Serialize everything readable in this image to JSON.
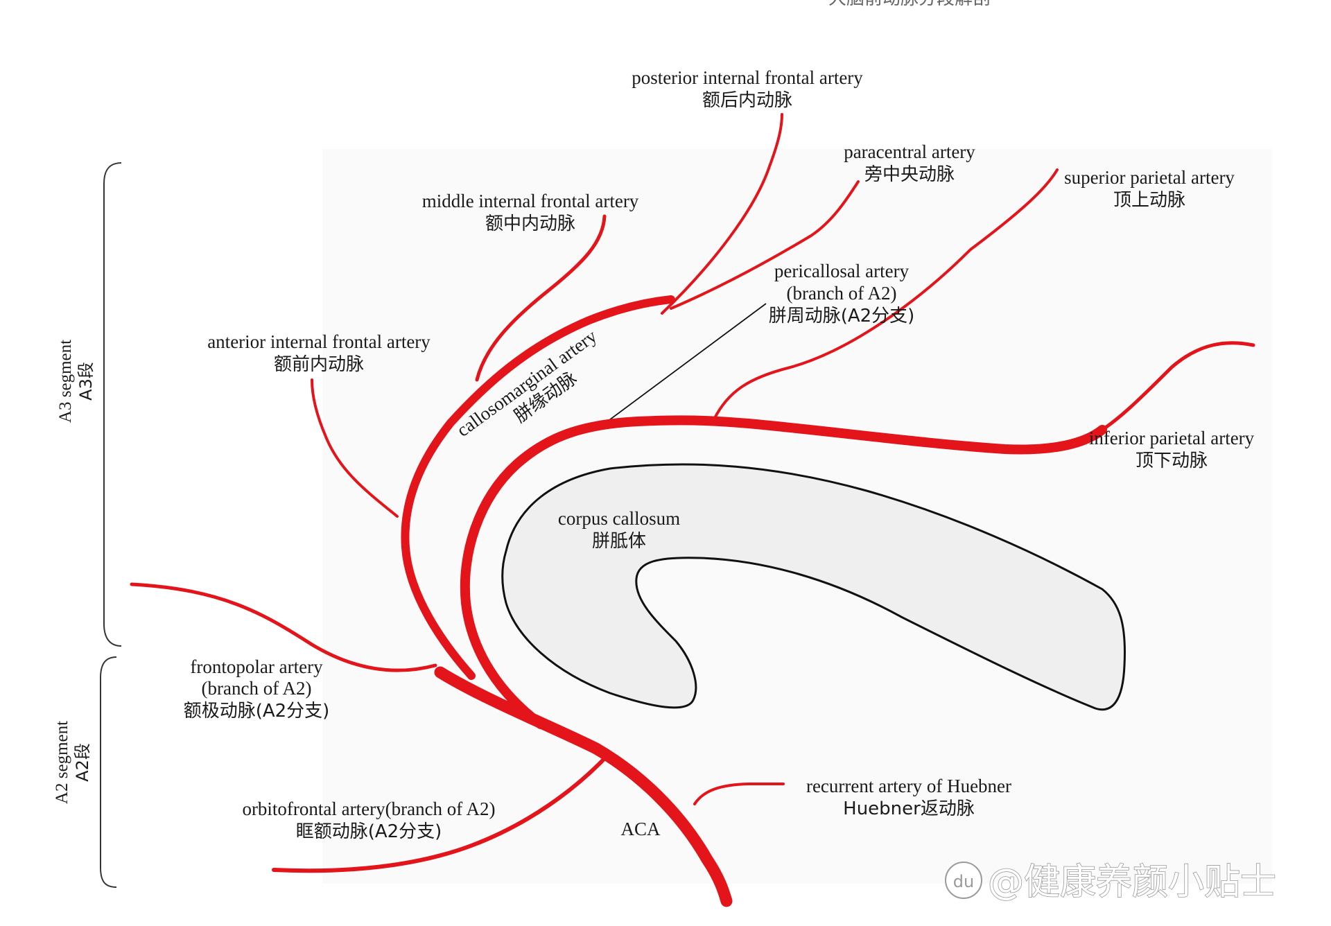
{
  "header_fragment": "大脑前动脉分段解剖",
  "segments": {
    "a3": {
      "en": "A3 segment",
      "zh": "A3段"
    },
    "a2": {
      "en": "A2 segment",
      "zh": "A2段"
    }
  },
  "labels": {
    "posterior_internal_frontal": {
      "en": "posterior internal frontal artery",
      "zh": "额后内动脉"
    },
    "paracentral": {
      "en": "paracentral artery",
      "zh": "旁中央动脉"
    },
    "superior_parietal": {
      "en": "superior parietal artery",
      "zh": "顶上动脉"
    },
    "middle_internal_frontal": {
      "en": "middle internal frontal artery",
      "zh": "额中内动脉"
    },
    "pericallosal": {
      "en": "pericallosal artery",
      "en2": "(branch of A2)",
      "zh": "胼周动脉(A2分支)"
    },
    "anterior_internal_frontal": {
      "en": "anterior internal frontal artery",
      "zh": "额前内动脉"
    },
    "callosomarginal": {
      "en": "callosomarginal artery",
      "zh": "胼缘动脉"
    },
    "inferior_parietal": {
      "en": "inferior parietal artery",
      "zh": "顶下动脉"
    },
    "corpus_callosum": {
      "en": "corpus callosum",
      "zh": "胼胝体"
    },
    "frontopolar": {
      "en": "frontopolar artery",
      "en2": "(branch of A2)",
      "zh": "额极动脉(A2分支)"
    },
    "orbitofrontal": {
      "en": "orbitofrontal artery(branch of A2)",
      "zh": "眶额动脉(A2分支)"
    },
    "recurrent_huebner": {
      "en": "recurrent artery of Huebner",
      "zh": "Huebner返动脉"
    },
    "aca": {
      "en": "ACA"
    }
  },
  "watermark": {
    "text": "@健康养颜小贴士",
    "logo": "du"
  },
  "colors": {
    "artery": "#e4141b",
    "corpus_fill": "#efefef",
    "outline": "#111111",
    "background": "#ffffff"
  }
}
